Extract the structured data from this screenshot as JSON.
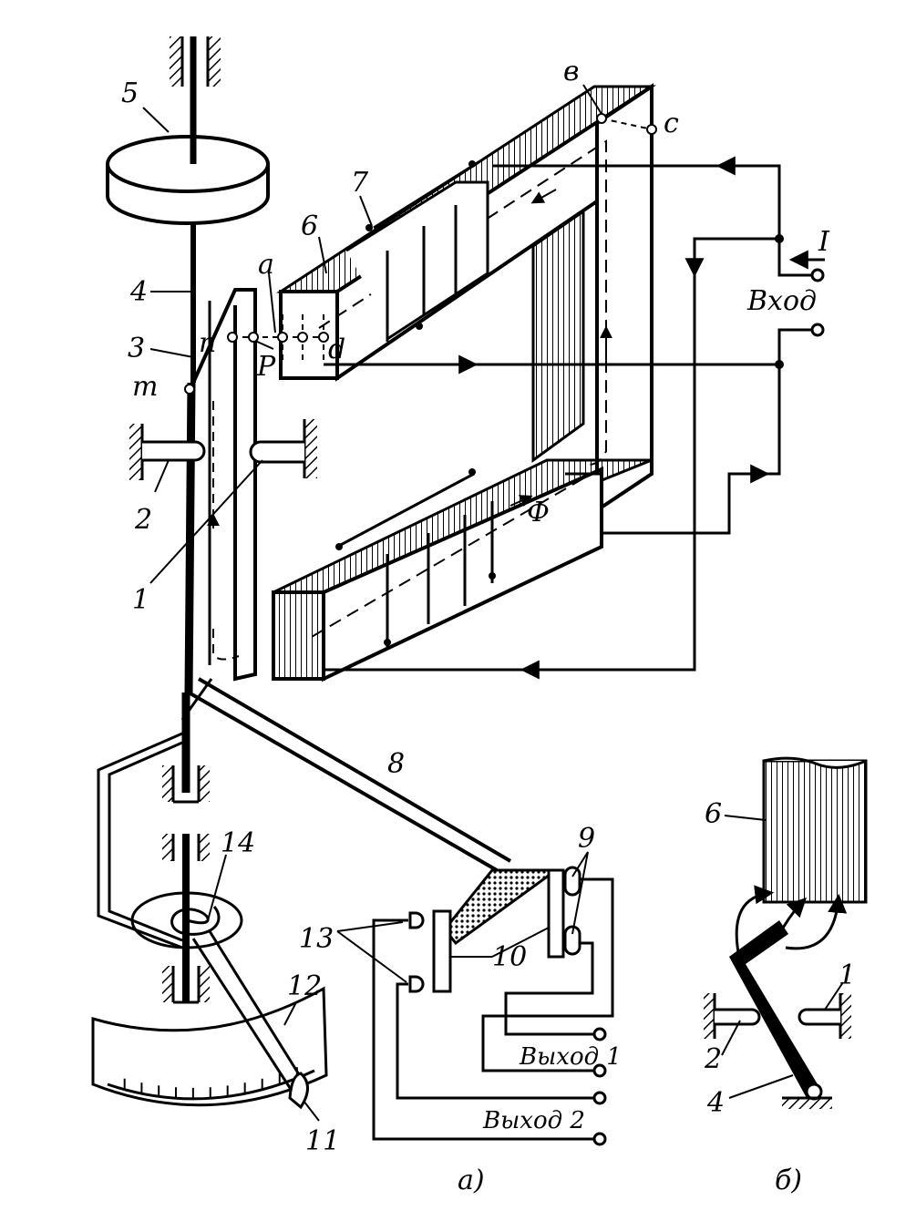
{
  "labels": {
    "n1": "1",
    "n2": "2",
    "n3": "3",
    "n4": "4",
    "n5": "5",
    "n6": "6",
    "n7": "7",
    "n8": "8",
    "n9": "9",
    "n10": "10",
    "n11": "11",
    "n12": "12",
    "n13": "13",
    "n14": "14",
    "a": "a",
    "b": "в",
    "c": "c",
    "d": "d",
    "n": "n",
    "m": "m",
    "p": "P",
    "phi": "Ф",
    "current": "I"
  },
  "terminals": {
    "input": "Вход",
    "output1": "Выход 1",
    "output2": "Выход 2"
  },
  "captions": {
    "a": "а)",
    "b": "б)"
  },
  "inset": {
    "n6": "6",
    "n1": "1",
    "n2": "2",
    "n4": "4"
  }
}
